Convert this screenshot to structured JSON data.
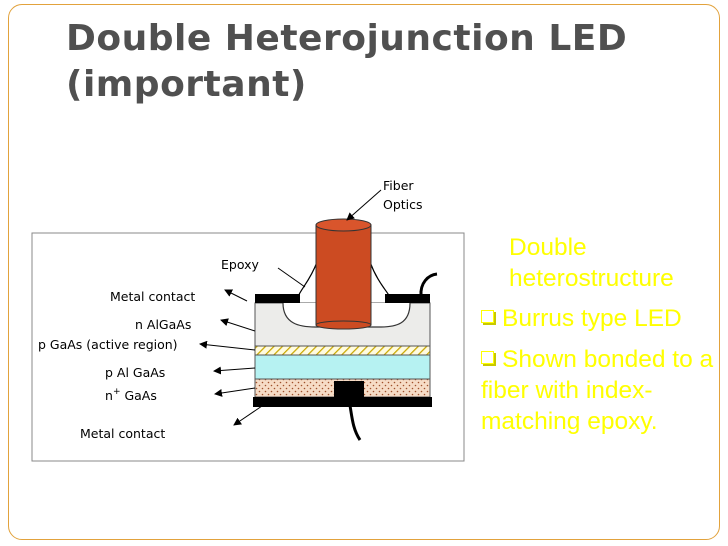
{
  "title": {
    "line1": "Double Heterojunction LED",
    "line2": "(important)"
  },
  "diagram": {
    "fiber_label_1": "Fiber",
    "fiber_label_2": "Optics",
    "epoxy": "Epoxy",
    "metal_contact_top": "Metal contact",
    "n_algaas": "n AlGaAs",
    "p_gaas": "p GaAs (active region)",
    "p_algaas": "p Al GaAs",
    "n_gaas_base": "n",
    "n_gaas_sup": "+",
    "n_gaas_rest": " GaAs",
    "metal_contact_bottom": "Metal contact"
  },
  "bullets": {
    "b1": "Double heterostructure",
    "b2": "Burrus type LED",
    "b3": "Shown bonded to a fiber with index-matching epoxy."
  },
  "colors": {
    "frame": "#e2a23c",
    "title": "#505050",
    "bullet_text": "#ffff00",
    "fiber": "#cc4b22",
    "p_gaas_layer": "#b6f2f2",
    "hatch": "#c8a800"
  }
}
